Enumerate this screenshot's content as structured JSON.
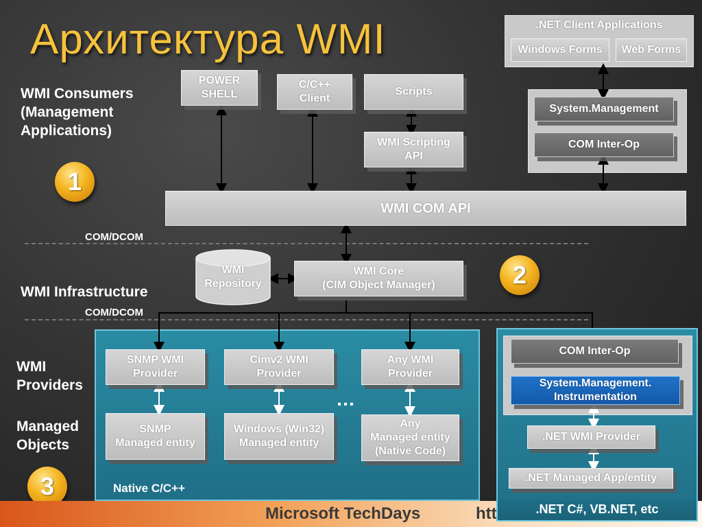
{
  "title": "Архитектура WMI",
  "labels": {
    "consumers": "WMI Consumers\n(Management\nApplications)",
    "com_dcom_1": "COM/DCOM",
    "infrastructure": "WMI Infrastructure",
    "com_dcom_2": "COM/DCOM",
    "providers": "WMI\nProviders",
    "managed_objects": "Managed\nObjects",
    "native": "Native C/C++",
    "dotnet": ".NET C#, VB.NET, etc",
    "ellipsis": "…"
  },
  "badges": [
    "3",
    "2",
    "1"
  ],
  "consumers": {
    "powershell": "POWER\nSHELL",
    "cpp_client": "C/C++\nClient",
    "scripts": "Scripts",
    "scripting_api": "WMI Scripting\nAPI",
    "net_client_title": ".NET Client Applications",
    "windows_forms": "Windows Forms",
    "web_forms": "Web Forms",
    "system_management": "System.Management",
    "com_interop": "COM Inter-Op"
  },
  "infrastructure": {
    "com_api": "WMI COM API",
    "repository": "WMI\nRepository",
    "core": "WMI Core\n(CIM Object Manager)"
  },
  "providers": {
    "snmp_provider": "SNMP WMI\nProvider",
    "cimv2_provider": "Cimv2 WMI\nProvider",
    "any_provider": "Any WMI\nProvider",
    "snmp_entity": "SNMP\nManaged entity",
    "win32_entity": "Windows (Win32)\nManaged entity",
    "any_entity": "Any\nManaged entity\n(Native Code)",
    "net_com_interop": "COM Inter-Op",
    "instrumentation": "System.Management.\nInstrumentation",
    "net_provider": ".NET WMI Provider",
    "net_app": ".NET Managed App/entity"
  },
  "footer": {
    "brand": "Microsoft TechDays",
    "url_fragment": "htt"
  },
  "colors": {
    "title": "#f6c23c",
    "badge": "#f4b21e",
    "teal_panel": "#2a8ca4",
    "instrumentation_blue": "#1f72c9",
    "footer_orange": "#d9561a"
  }
}
